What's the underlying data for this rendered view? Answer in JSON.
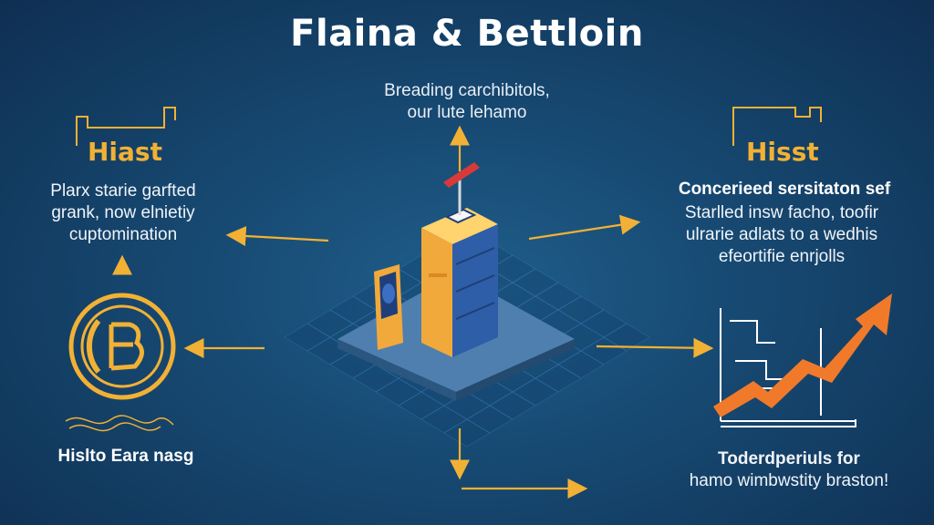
{
  "title": "Flaina & Bettloin",
  "top_caption": {
    "line1": "Breading carchibitols,",
    "line2": "our lute lehamo"
  },
  "left": {
    "heading": "Hiast",
    "text_line1": "Plarx starie garfted",
    "text_line2": "grank, now elnietiy",
    "text_line3": "cuptomination",
    "bottom_label": "Hislto Eara nasg"
  },
  "right": {
    "heading": "Hisst",
    "subheading": "Concerieed sersitaton sef",
    "text_line1": "Starlled insw facho, toofir",
    "text_line2": "ulrarie adlats to a wedhis",
    "text_line3": "efeortifie enrjolls",
    "bottom_line1": "Toderdperiuls for",
    "bottom_line2": "hamo wimbwstity braston!"
  },
  "colors": {
    "background": "#174a73",
    "accent_gold": "#f2b134",
    "accent_orange": "#f07a2a",
    "tower_blue": "#2f5ea8"
  },
  "icons": {
    "bitcoin_coin": "bitcoin-coin-icon",
    "growth_chart": "growth-chart-icon",
    "server_tower": "server-tower-icon",
    "scroll_banner": "scroll-banner-icon"
  }
}
